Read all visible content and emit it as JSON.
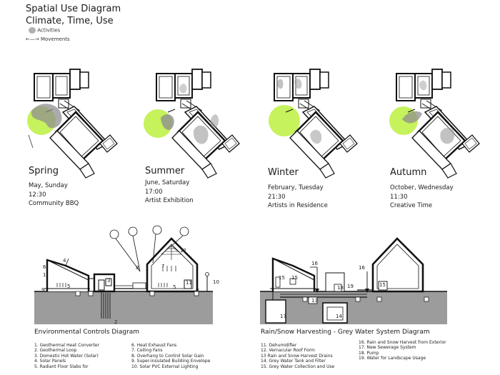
{
  "header": {
    "title_line1": "Spatial Use Diagram",
    "title_line2": "Climate, Time, Use",
    "legend_activities": "Activities",
    "legend_movements": "Movements"
  },
  "seasons": [
    {
      "name": "Spring",
      "date": "May, Sunday",
      "time": "12:30",
      "event": "Community BBQ"
    },
    {
      "name": "Summer",
      "date": "June, Saturday",
      "time": "17:00",
      "event": "Artist Exhibition"
    },
    {
      "name": "Winter",
      "date": "February, Tuesday",
      "time": "21:30",
      "event": "Artists in Residence"
    },
    {
      "name": "Autumn",
      "date": "October, Wednesday",
      "time": "11:30",
      "event": "Creative Time"
    }
  ],
  "env": {
    "title": "Environmental Controls Diagram",
    "col1": [
      "1. Geothermal Heat Converter",
      "2. Geothermal Loop",
      "3. Domestic Hot Water (Solar)",
      "4. Solar Panels",
      "5. Radiant Floor Slabs for"
    ],
    "col2": [
      "6. Heat Exhaust Fans",
      "7. Ceiling Fans",
      "8. Overhang to Control Solar Gain",
      "9. Super-insulated Building Envelope",
      "10. Solar PVC External Lighting"
    ],
    "labels": [
      "1",
      "2",
      "3",
      "4",
      "5",
      "6",
      "7",
      "8",
      "9",
      "10",
      "11",
      "12",
      "5",
      "9"
    ]
  },
  "water": {
    "title": "Rain/Snow Harvesting - Grey Water System Diagram",
    "col1": [
      "11. Dehumidifier",
      "12. Vernacular Roof Form",
      "13 Rain and Snow Harvest Drains",
      "14. Grey Water Tank and Filter",
      "15. Grey Water Collection and Use"
    ],
    "col2": [
      "16. Rain and Snow Harvest from Exterior",
      "17. New Sewerage System",
      "18. Pump",
      "19. Water for Landscape Usage"
    ],
    "labels": [
      "15",
      "15",
      "16",
      "16",
      "17",
      "18",
      "19",
      "13",
      "14",
      "15"
    ]
  },
  "colors": {
    "accent_green": "#c6f25c",
    "activity_gray": "#9a9a9a",
    "ground": "#9c9c9c"
  }
}
